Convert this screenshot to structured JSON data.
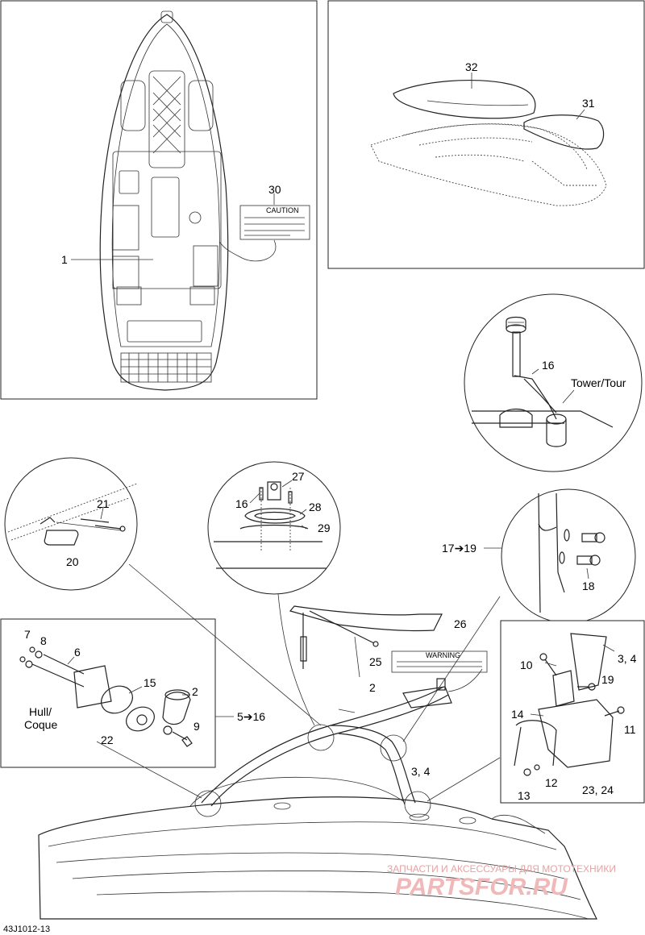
{
  "figure_code": "43J1012-13",
  "callouts": {
    "c1": "1",
    "c2": "2",
    "c2b": "2",
    "c3_4": "3, 4",
    "c3_4b": "3, 4",
    "c5_16": "5➔16",
    "c6": "6",
    "c7": "7",
    "c8": "8",
    "c9": "9",
    "c10": "10",
    "c11": "11",
    "c12": "12",
    "c13": "13",
    "c14": "14",
    "c15": "15",
    "c16a": "16",
    "c16b": "16",
    "c17_19": "17➔19",
    "c18": "18",
    "c19": "19",
    "c20": "20",
    "c21": "21",
    "c22": "22",
    "c23_24": "23, 24",
    "c25": "25",
    "c26": "26",
    "c27": "27",
    "c28": "28",
    "c29": "29",
    "c30": "30",
    "c31": "31",
    "c32": "32"
  },
  "labels": {
    "tower": "Tower/Tour",
    "hull": "Hull/",
    "coque": "Coque",
    "caution": "CAUTION",
    "warning": "WARNING"
  },
  "watermark": {
    "line1": "ЗАПЧАСТИ И АКСЕССУАРЫ ДЛЯ МОТОТЕХНИКИ",
    "line2": "PARTSFOR.RU"
  }
}
